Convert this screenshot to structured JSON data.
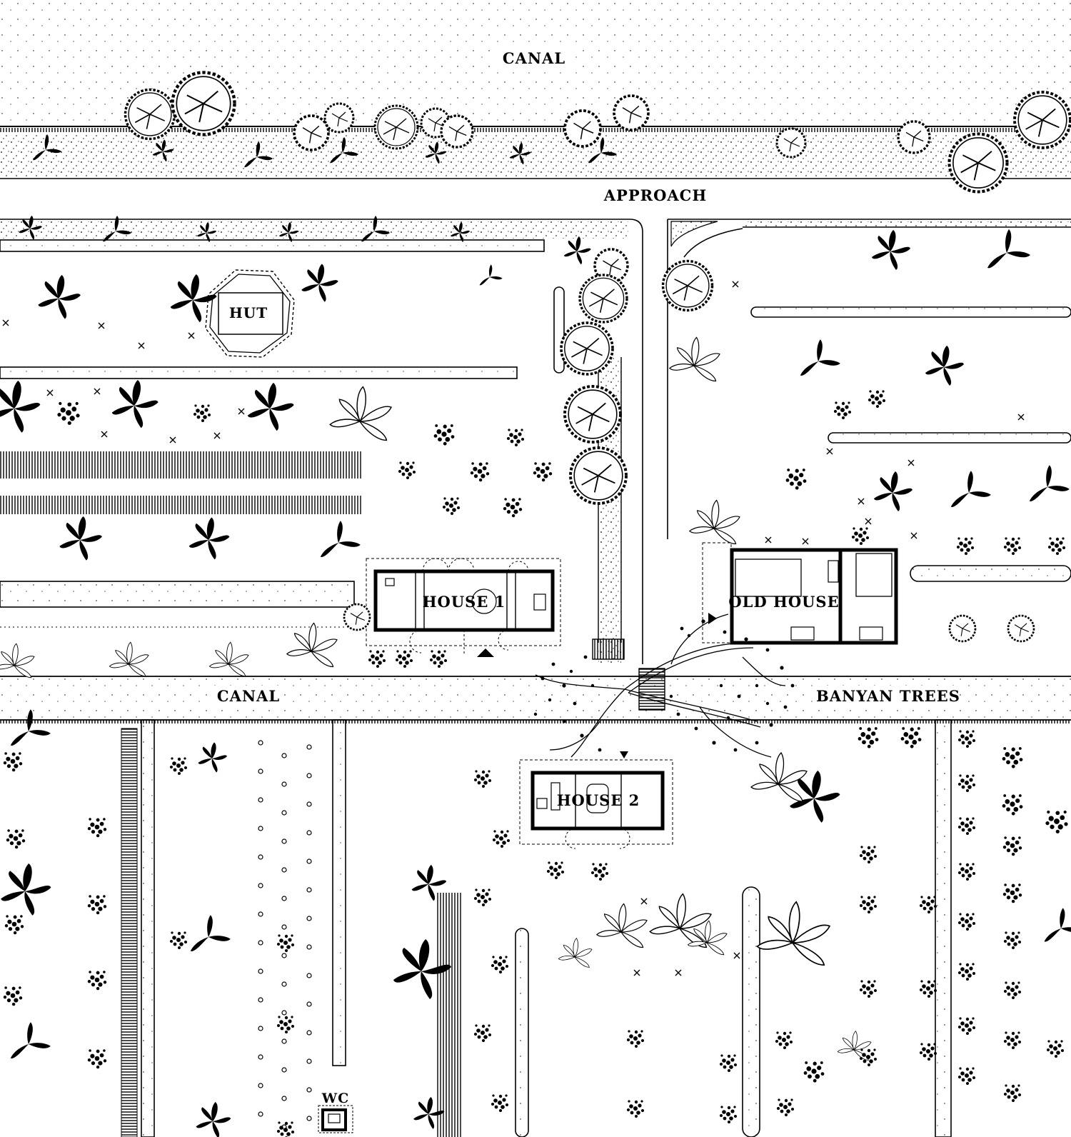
{
  "labels": {
    "canal_top": "CANAL",
    "approach": "APPROACH",
    "hut": "HUT",
    "house1": "HOUSE 1",
    "old_house": "OLD HOUSE",
    "canal_mid": "CANAL",
    "banyan": "BANYAN TREES",
    "house2": "HOUSE 2",
    "wc": "WC"
  },
  "colors": {
    "ink": "#000000",
    "paper": "#ffffff"
  },
  "icons": {
    "tree": "tree-canopy-icon",
    "palm": "palm-icon",
    "shrub": "shrub-icon",
    "banana": "banana-plant-icon",
    "entry": "entry-arrow-icon"
  }
}
